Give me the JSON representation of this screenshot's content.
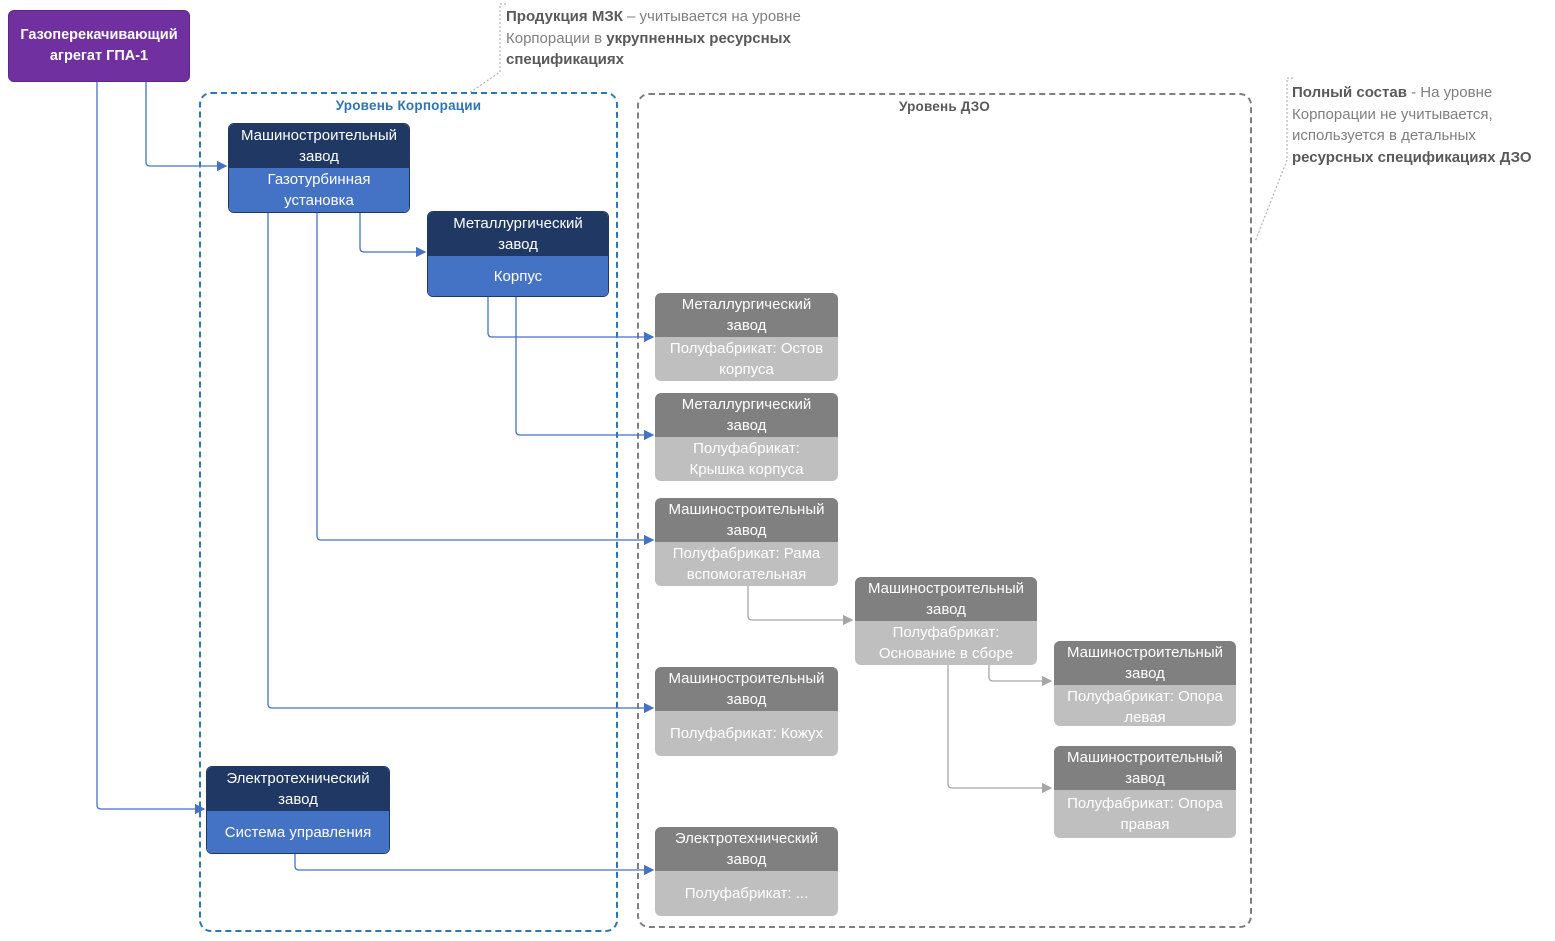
{
  "colors": {
    "purple": "#7030A0",
    "purple-border": "#5E2784",
    "navy": "#1F3864",
    "blue": "#4472C4",
    "gray-header": "#808080",
    "gray-body": "#BFBFBF",
    "line-blue": "#4472C4",
    "line-gray": "#A6A6A6",
    "corp-border": "#2E75B6",
    "dzo-border": "#7F7F7F",
    "label-blue": "#2E75B6",
    "label-gray": "#595959",
    "annotation-gray": "#7F7F7F",
    "annotation-bold": "#595959",
    "leader-gray": "#B3B3B3"
  },
  "regions": {
    "corp": {
      "label": "Уровень Корпорации"
    },
    "dzo": {
      "label": "Уровень ДЗО"
    }
  },
  "annotations": {
    "top": {
      "bold1": "Продукция МЗК",
      "text1": " – учитывается на уровне Корпорации в ",
      "bold2": "укрупненных ресурсных спецификациях"
    },
    "right": {
      "bold1": "Полный состав",
      "text1": " - На уровне Корпорации не учитывается, используется в детальных ",
      "bold2": "ресурсных спецификациях ДЗО"
    }
  },
  "nodes": {
    "gpa": {
      "title": "Газоперекачивающий\nагрегат ГПА-1"
    },
    "mz_gtu": {
      "header": "Машиностроительный\nзавод",
      "body": "Газотурбинная\nустановка"
    },
    "metz_korpus": {
      "header": "Металлургический\nзавод",
      "body": "Корпус"
    },
    "etz_su": {
      "header": "Электротехнический\nзавод",
      "body": "Система управления"
    },
    "metz_ostov": {
      "header": "Металлургический\nзавод",
      "body": "Полуфабрикат: Остов\nкорпуса"
    },
    "metz_kryshka": {
      "header": "Металлургический\nзавод",
      "body": "Полуфабрикат:\nКрышка корпуса"
    },
    "mz_rama": {
      "header": "Машиностроительный\nзавод",
      "body": "Полуфабрикат: Рама\nвспомогательная"
    },
    "mz_osnovanie": {
      "header": "Машиностроительный\nзавод",
      "body": "Полуфабрикат:\nОснование в сборе"
    },
    "mz_opora_left": {
      "header": "Машиностроительный\nзавод",
      "body": "Полуфабрикат: Опора\nлевая"
    },
    "mz_opora_right": {
      "header": "Машиностроительный\nзавод",
      "body": "Полуфабрикат: Опора\nправая"
    },
    "mz_kozhuh": {
      "header": "Машиностроительный\nзавод",
      "body": "Полуфабрикат: Кожух"
    },
    "etz_polufabrikat": {
      "header": "Электротехнический\nзавод",
      "body": "Полуфабрикат: ..."
    }
  }
}
